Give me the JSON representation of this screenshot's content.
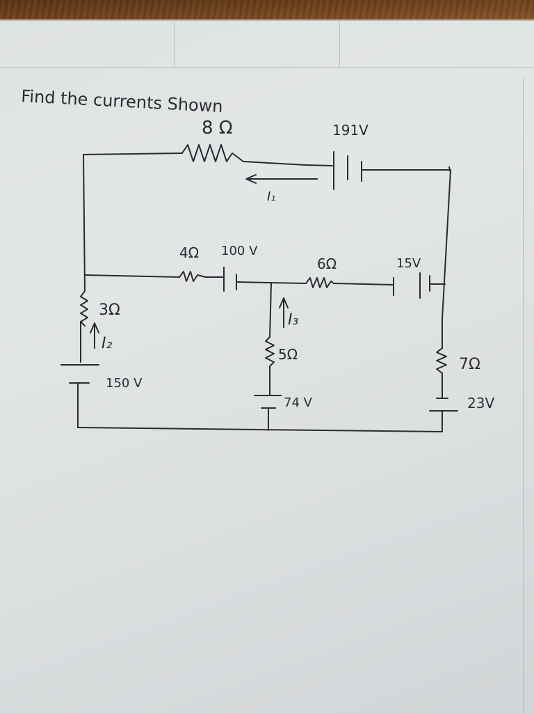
{
  "photo": {
    "title": "Find the currents Shown",
    "labels": {
      "r8": "8 Ω",
      "v191": "191V",
      "i1": "I₁",
      "r4": "4Ω",
      "v100": "100 V",
      "r6": "6Ω",
      "v15": "15V",
      "r3": "3Ω",
      "i2": "I₂",
      "v150": "150 V",
      "i3": "I₃",
      "r5": "5Ω",
      "v74": "74 V",
      "r7": "7Ω",
      "v23": "23V"
    }
  }
}
